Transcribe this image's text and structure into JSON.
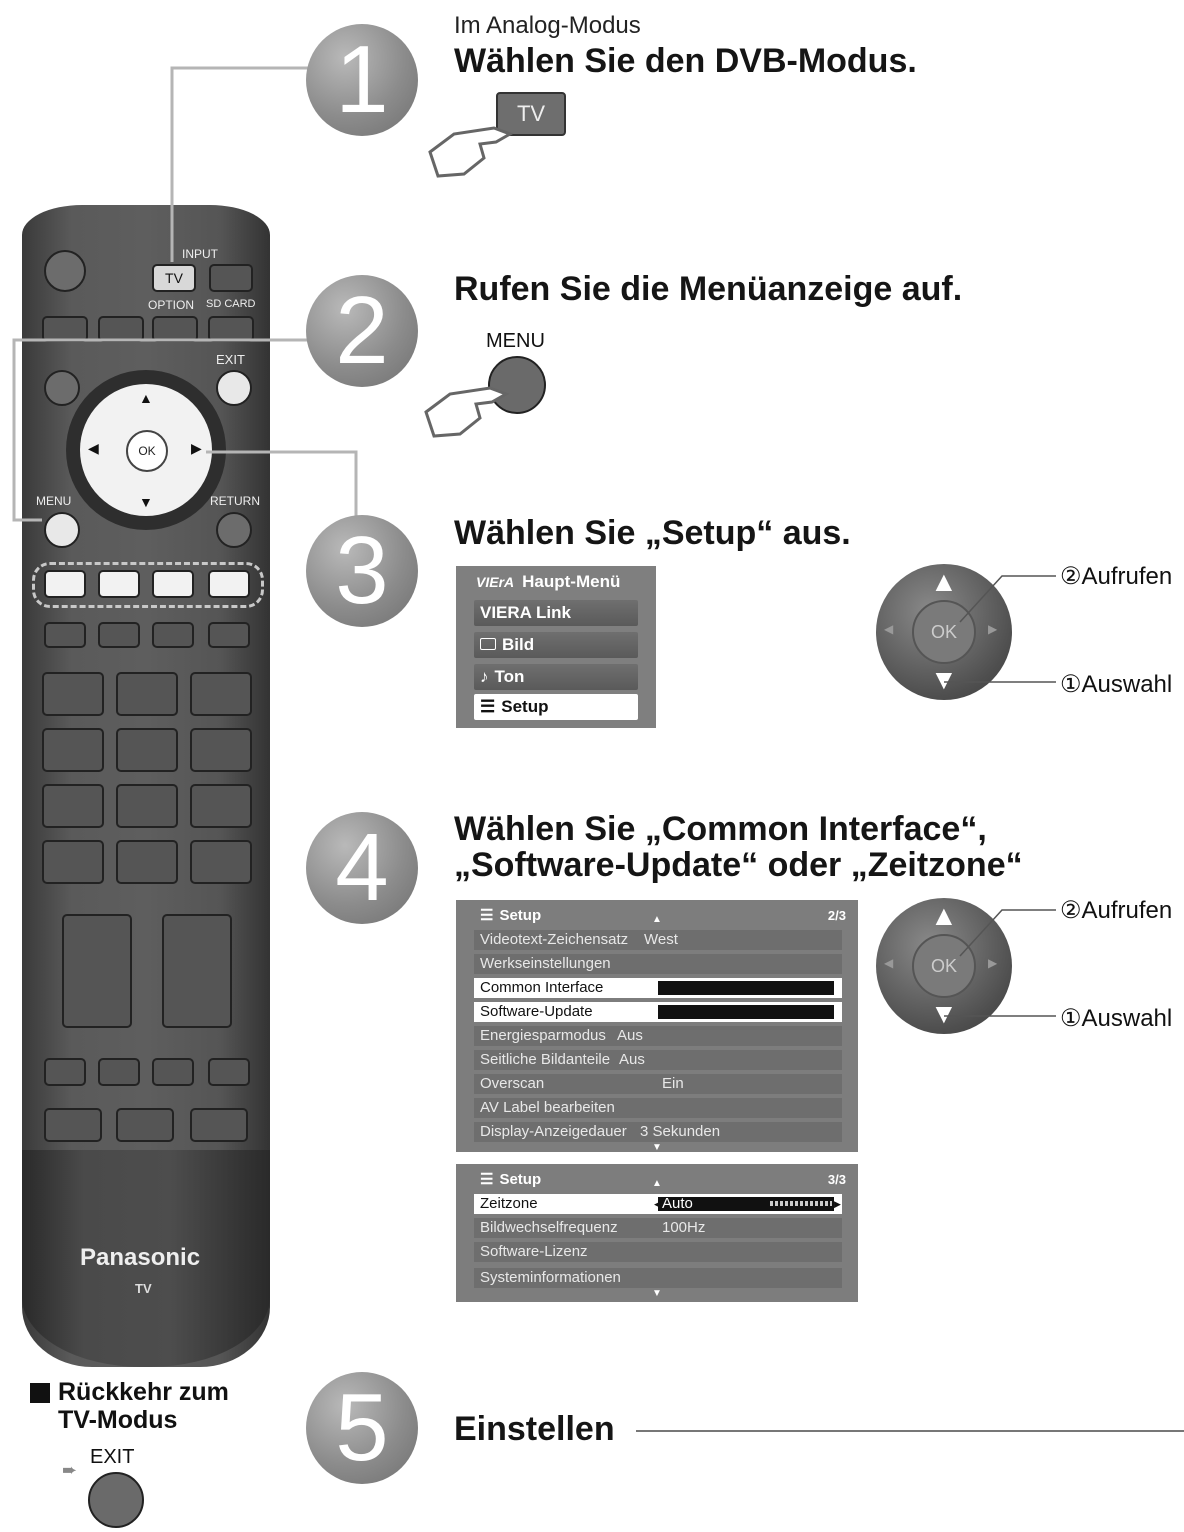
{
  "steps": {
    "s1": {
      "number": "1",
      "sub": "Im Analog-Modus",
      "title": "Wählen Sie den DVB-Modus.",
      "button": "TV"
    },
    "s2": {
      "number": "2",
      "title": "Rufen Sie die Menüanzeige auf.",
      "button": "MENU"
    },
    "s3": {
      "number": "3",
      "title": "Wählen Sie „Setup“ aus.",
      "callout_top": "Aufrufen",
      "callout_bottom": "Auswahl",
      "circled_top": "②",
      "circled_bottom": "①"
    },
    "s4": {
      "number": "4",
      "title_line1": "Wählen Sie „Common Interface“,",
      "title_line2": "„Software-Update“ oder „Zeitzone“",
      "callout_top": "Aufrufen",
      "callout_bottom": "Auswahl",
      "circled_top": "②",
      "circled_bottom": "①"
    },
    "s5": {
      "number": "5",
      "title": "Einstellen"
    }
  },
  "main_menu": {
    "header": "Haupt-Menü",
    "logo": "VIErA",
    "items": [
      "VIERA Link",
      "Bild",
      "Ton",
      "Setup"
    ]
  },
  "setup_page2": {
    "title": "Setup",
    "page": "2/3",
    "rows": [
      {
        "label": "Videotext-Zeichensatz",
        "value": "West"
      },
      {
        "label": "Werkseinstellungen",
        "value": ""
      },
      {
        "label": "Common Interface",
        "value": ""
      },
      {
        "label": "Software-Update",
        "value": ""
      },
      {
        "label": "Energiesparmodus",
        "value": "Aus"
      },
      {
        "label": "Seitliche Bildanteile",
        "value": "Aus"
      },
      {
        "label": "Overscan",
        "value": "Ein"
      },
      {
        "label": "AV Label bearbeiten",
        "value": ""
      },
      {
        "label": "Display-Anzeigedauer",
        "value": "3 Sekunden"
      }
    ]
  },
  "setup_page3": {
    "title": "Setup",
    "page": "3/3",
    "rows": [
      {
        "label": "Zeitzone",
        "value": "Auto"
      },
      {
        "label": "Bildwechselfrequenz",
        "value": "100Hz"
      },
      {
        "label": "Software-Lizenz",
        "value": ""
      },
      {
        "label": "Systeminformationen",
        "value": ""
      }
    ]
  },
  "remote": {
    "tv": "TV",
    "input": "INPUT",
    "option": "OPTION",
    "sdcard": "SD CARD",
    "exit": "EXIT",
    "ok": "OK",
    "menu": "MENU",
    "return": "RETURN",
    "brand": "Panasonic",
    "brand_sub": "TV"
  },
  "return_note": {
    "line1": "Rückkehr zum",
    "line2": "TV-Modus",
    "button": "EXIT"
  },
  "dpad_ok": "OK"
}
